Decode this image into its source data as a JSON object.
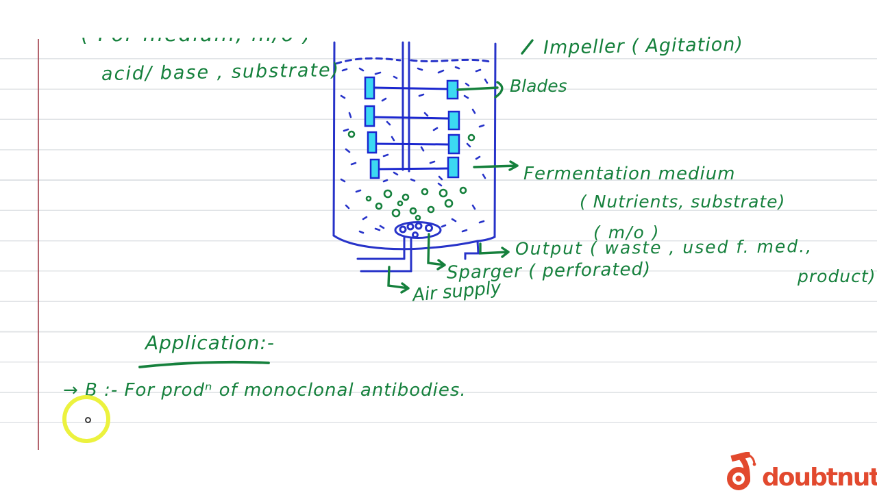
{
  "colors": {
    "ink_green": "#15803c",
    "ink_blue": "#2733c9",
    "blade_fill": "#3cd9f2",
    "margin_line_red": "#a64752",
    "ruled_line_gray": "#e0e3e6",
    "highlight_yellow": "#ecf23e",
    "logo_orange": "#e2492e"
  },
  "notebook": {
    "fragment_top": {
      "line1": "( For medium, m/o )",
      "line2": "acid/ base , substrate)"
    },
    "diagram_labels": {
      "impeller": "Impeller ( Agitation)",
      "blades": "Blades",
      "fermentation_medium": "Fermentation medium",
      "fermentation_medium_sub1": "( Nutrients, substrate)",
      "fermentation_medium_sub2": "( m/o )",
      "output": "Output ( waste , used f. med.,",
      "output_cont": "product)",
      "sparger": "Sparger ( perforated)",
      "air_supply": "Air supply"
    },
    "application": {
      "title": "Application:-",
      "item": "→ B :- For prodⁿ of monoclonal antibodies."
    }
  },
  "branding": {
    "logo_text": "doubtnut"
  }
}
